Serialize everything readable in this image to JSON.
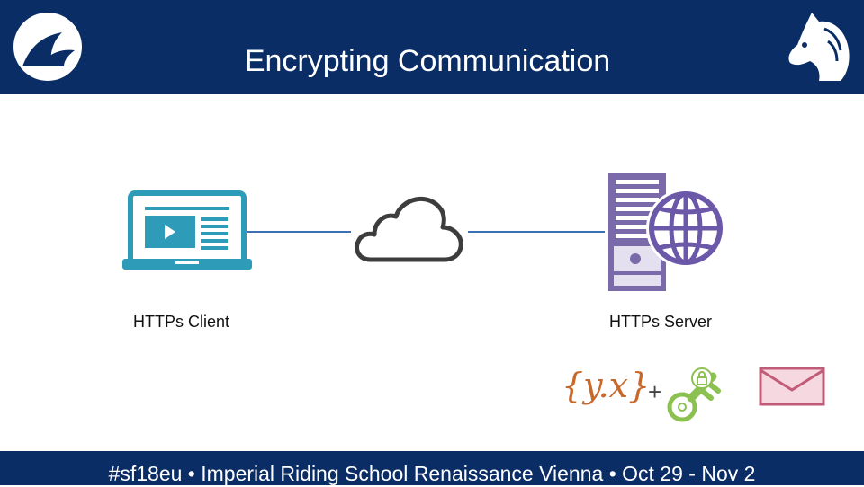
{
  "slide": {
    "title": "Encrypting Communication",
    "footer": "#sf18eu • Imperial Riding School Renaissance Vienna • Oct 29 - Nov 2"
  },
  "diagram": {
    "client_label": "HTTPs Client",
    "server_label": "HTTPs Server",
    "plus": "+",
    "formula": {
      "text": "{y.x}"
    }
  },
  "icons": {
    "left_logo": "shark-fin-logo-icon",
    "right_logo": "horse-head-logo-icon",
    "client": "laptop-icon",
    "cloud": "cloud-icon",
    "server": "server-globe-icon",
    "key": "key-lock-icon",
    "envelope": "envelope-icon"
  },
  "colors": {
    "header_bg": "#0a2d66",
    "laptop": "#2e9bb8",
    "server": "#7a6aaa",
    "globe": "#6b58a8",
    "line": "#3b6fb6",
    "formula": "#c8692c",
    "key": "#8cc152",
    "envelope": "#c25b78"
  }
}
